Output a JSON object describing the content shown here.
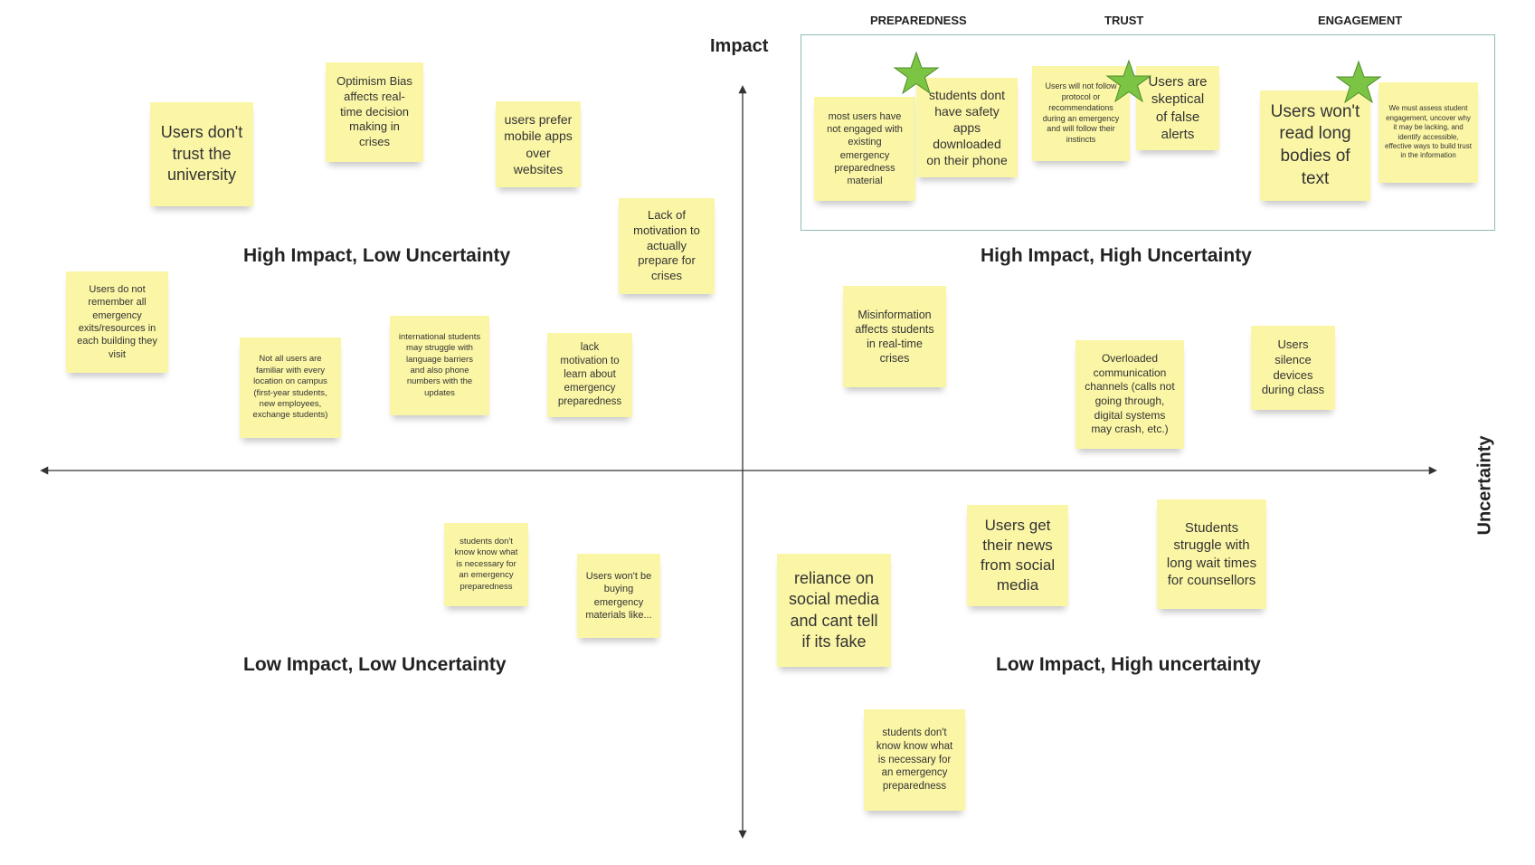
{
  "axes": {
    "impact_label": "Impact",
    "uncertainty_label": "Uncertainty"
  },
  "quadrants": {
    "top_left": "High Impact, Low Uncertainty",
    "top_right": "High Impact, High Uncertainty",
    "bottom_left": "Low Impact, Low Uncertainty",
    "bottom_right": "Low Impact, High uncertainty"
  },
  "themes": {
    "preparedness": "PREPAREDNESS",
    "trust": "TRUST",
    "engagement": "ENGAGEMENT"
  },
  "colors": {
    "sticky_yellow": "#fbf6a6",
    "star_green": "#7cc443",
    "cluster_border": "#8fbcb6",
    "axis_line": "#333333"
  },
  "stickies": {
    "users_dont_trust": "Users don't trust the university",
    "optimism_bias": "Optimism Bias affects real-time decision making in crises",
    "mobile_apps": "users prefer mobile apps over websites",
    "lack_motivation_prepare": "Lack of motivation to actually prepare for crises",
    "remember_exits": "Users do not remember all emergency exits/resources in each building they visit",
    "not_familiar": "Not all users are familiar with every location on campus (first-year students, new employees, exchange students)",
    "international": "international students may struggle with language barriers and also phone numbers with the updates",
    "lack_motivation_learn": "lack motivation to learn about emergency preparedness",
    "not_engaged": "most users have not engaged with existing emergency preparedness material",
    "no_safety_apps": "students dont have safety apps downloaded on their phone",
    "not_follow_protocol": "Users will not follow protocol or recommendations during an emergency and will follow their instincts",
    "skeptical_alerts": "Users are skeptical of false alerts",
    "wont_read": "Users won't read long bodies of text",
    "assess_engagement": "We must assess student engagement, uncover why it may be lacking, and identify accessible, effective ways to build trust in the information",
    "misinformation": "Misinformation affects students in real-time crises",
    "overloaded": "Overloaded communication channels (calls not going through, digital systems may crash, etc.)",
    "silence_devices": "Users silence devices during class",
    "dont_know_necessary_1": "students don't know know what is necessary for an emergency preparedness",
    "wont_buy": "Users won't be buying emergency materials like...",
    "social_media_fake": "reliance on social media and cant tell if its fake",
    "news_social": "Users get their news from social media",
    "wait_times": "Students struggle with long wait times for counsellors",
    "dont_know_necessary_2": "students don't know know what is necessary for an emergency preparedness"
  }
}
